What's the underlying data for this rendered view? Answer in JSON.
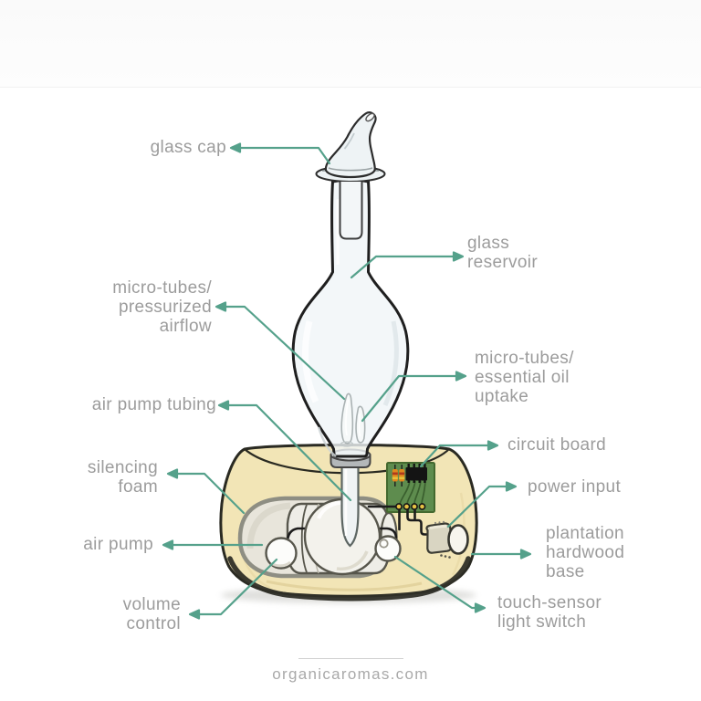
{
  "colors": {
    "accent_teal": "#55a18b",
    "label_gray": "#9c9c9c",
    "wood_tan": "#f2e5b6",
    "pcb_green": "#5e8c4e",
    "glass_tint": "#eef3f5",
    "wire_black": "#1c1c1c"
  },
  "diagram": {
    "labels": {
      "glass_cap": {
        "line1": "glass cap"
      },
      "glass_reservoir": {
        "line1": "glass",
        "line2": "reservoir"
      },
      "micro_tubes_airflow": {
        "line1": "micro-tubes/",
        "line2": "pressurized",
        "line3": "airflow"
      },
      "air_pump_tubing": {
        "line1": "air pump tubing"
      },
      "micro_tubes_uptake": {
        "line1": "micro-tubes/",
        "line2": "essential oil",
        "line3": "uptake"
      },
      "circuit_board": {
        "line1": "circuit board"
      },
      "silencing_foam": {
        "line1": "silencing",
        "line2": "foam"
      },
      "power_input": {
        "line1": "power input"
      },
      "air_pump": {
        "line1": "air pump"
      },
      "hardwood_base": {
        "line1": "plantation",
        "line2": "hardwood",
        "line3": "base"
      },
      "volume_control": {
        "line1": "volume",
        "line2": "control"
      },
      "touch_sensor": {
        "line1": "touch-sensor",
        "line2": "light switch"
      }
    }
  },
  "footer": {
    "website": "organicaromas.com"
  }
}
